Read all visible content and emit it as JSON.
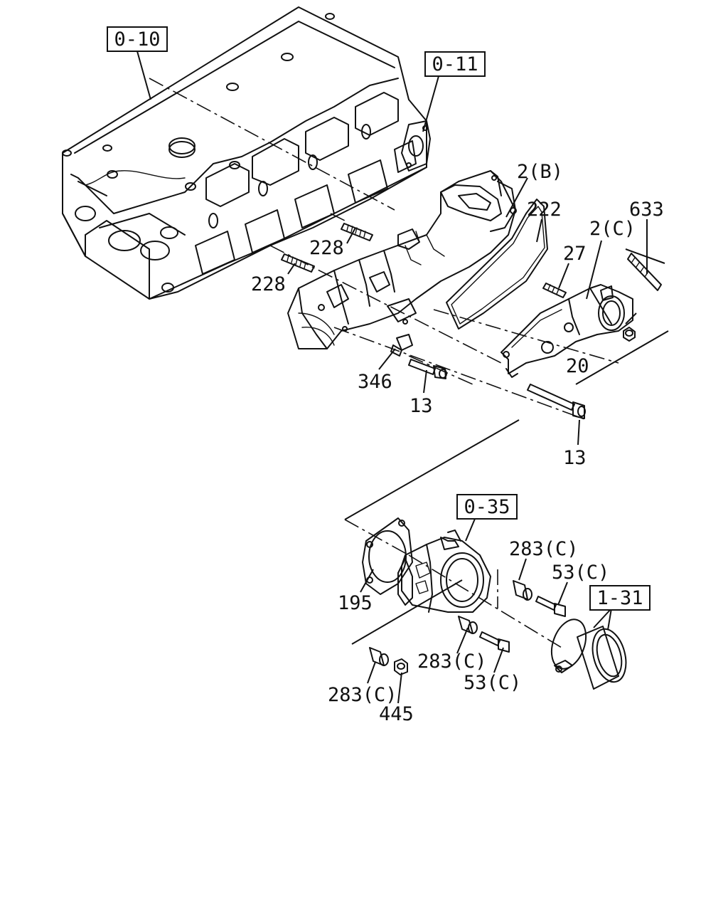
{
  "references": [
    {
      "id": "ref-0-10",
      "label": "0-10"
    },
    {
      "id": "ref-0-11",
      "label": "0-11"
    },
    {
      "id": "ref-0-35",
      "label": "0-35"
    },
    {
      "id": "ref-1-31",
      "label": "1-31"
    }
  ],
  "callouts": [
    {
      "id": "c-2b",
      "label": "2(B)"
    },
    {
      "id": "c-222",
      "label": "222"
    },
    {
      "id": "c-633",
      "label": "633"
    },
    {
      "id": "c-2c",
      "label": "2(C)"
    },
    {
      "id": "c-27",
      "label": "27"
    },
    {
      "id": "c-228a",
      "label": "228"
    },
    {
      "id": "c-228b",
      "label": "228"
    },
    {
      "id": "c-20",
      "label": "20"
    },
    {
      "id": "c-346",
      "label": "346"
    },
    {
      "id": "c-13a",
      "label": "13"
    },
    {
      "id": "c-13b",
      "label": "13"
    },
    {
      "id": "c-283c-a",
      "label": "283(C)"
    },
    {
      "id": "c-53c-a",
      "label": "53(C)"
    },
    {
      "id": "c-195",
      "label": "195"
    },
    {
      "id": "c-283c-b",
      "label": "283(C)"
    },
    {
      "id": "c-53c-b",
      "label": "53(C)"
    },
    {
      "id": "c-283c-c",
      "label": "283(C)"
    },
    {
      "id": "c-445",
      "label": "445"
    }
  ]
}
